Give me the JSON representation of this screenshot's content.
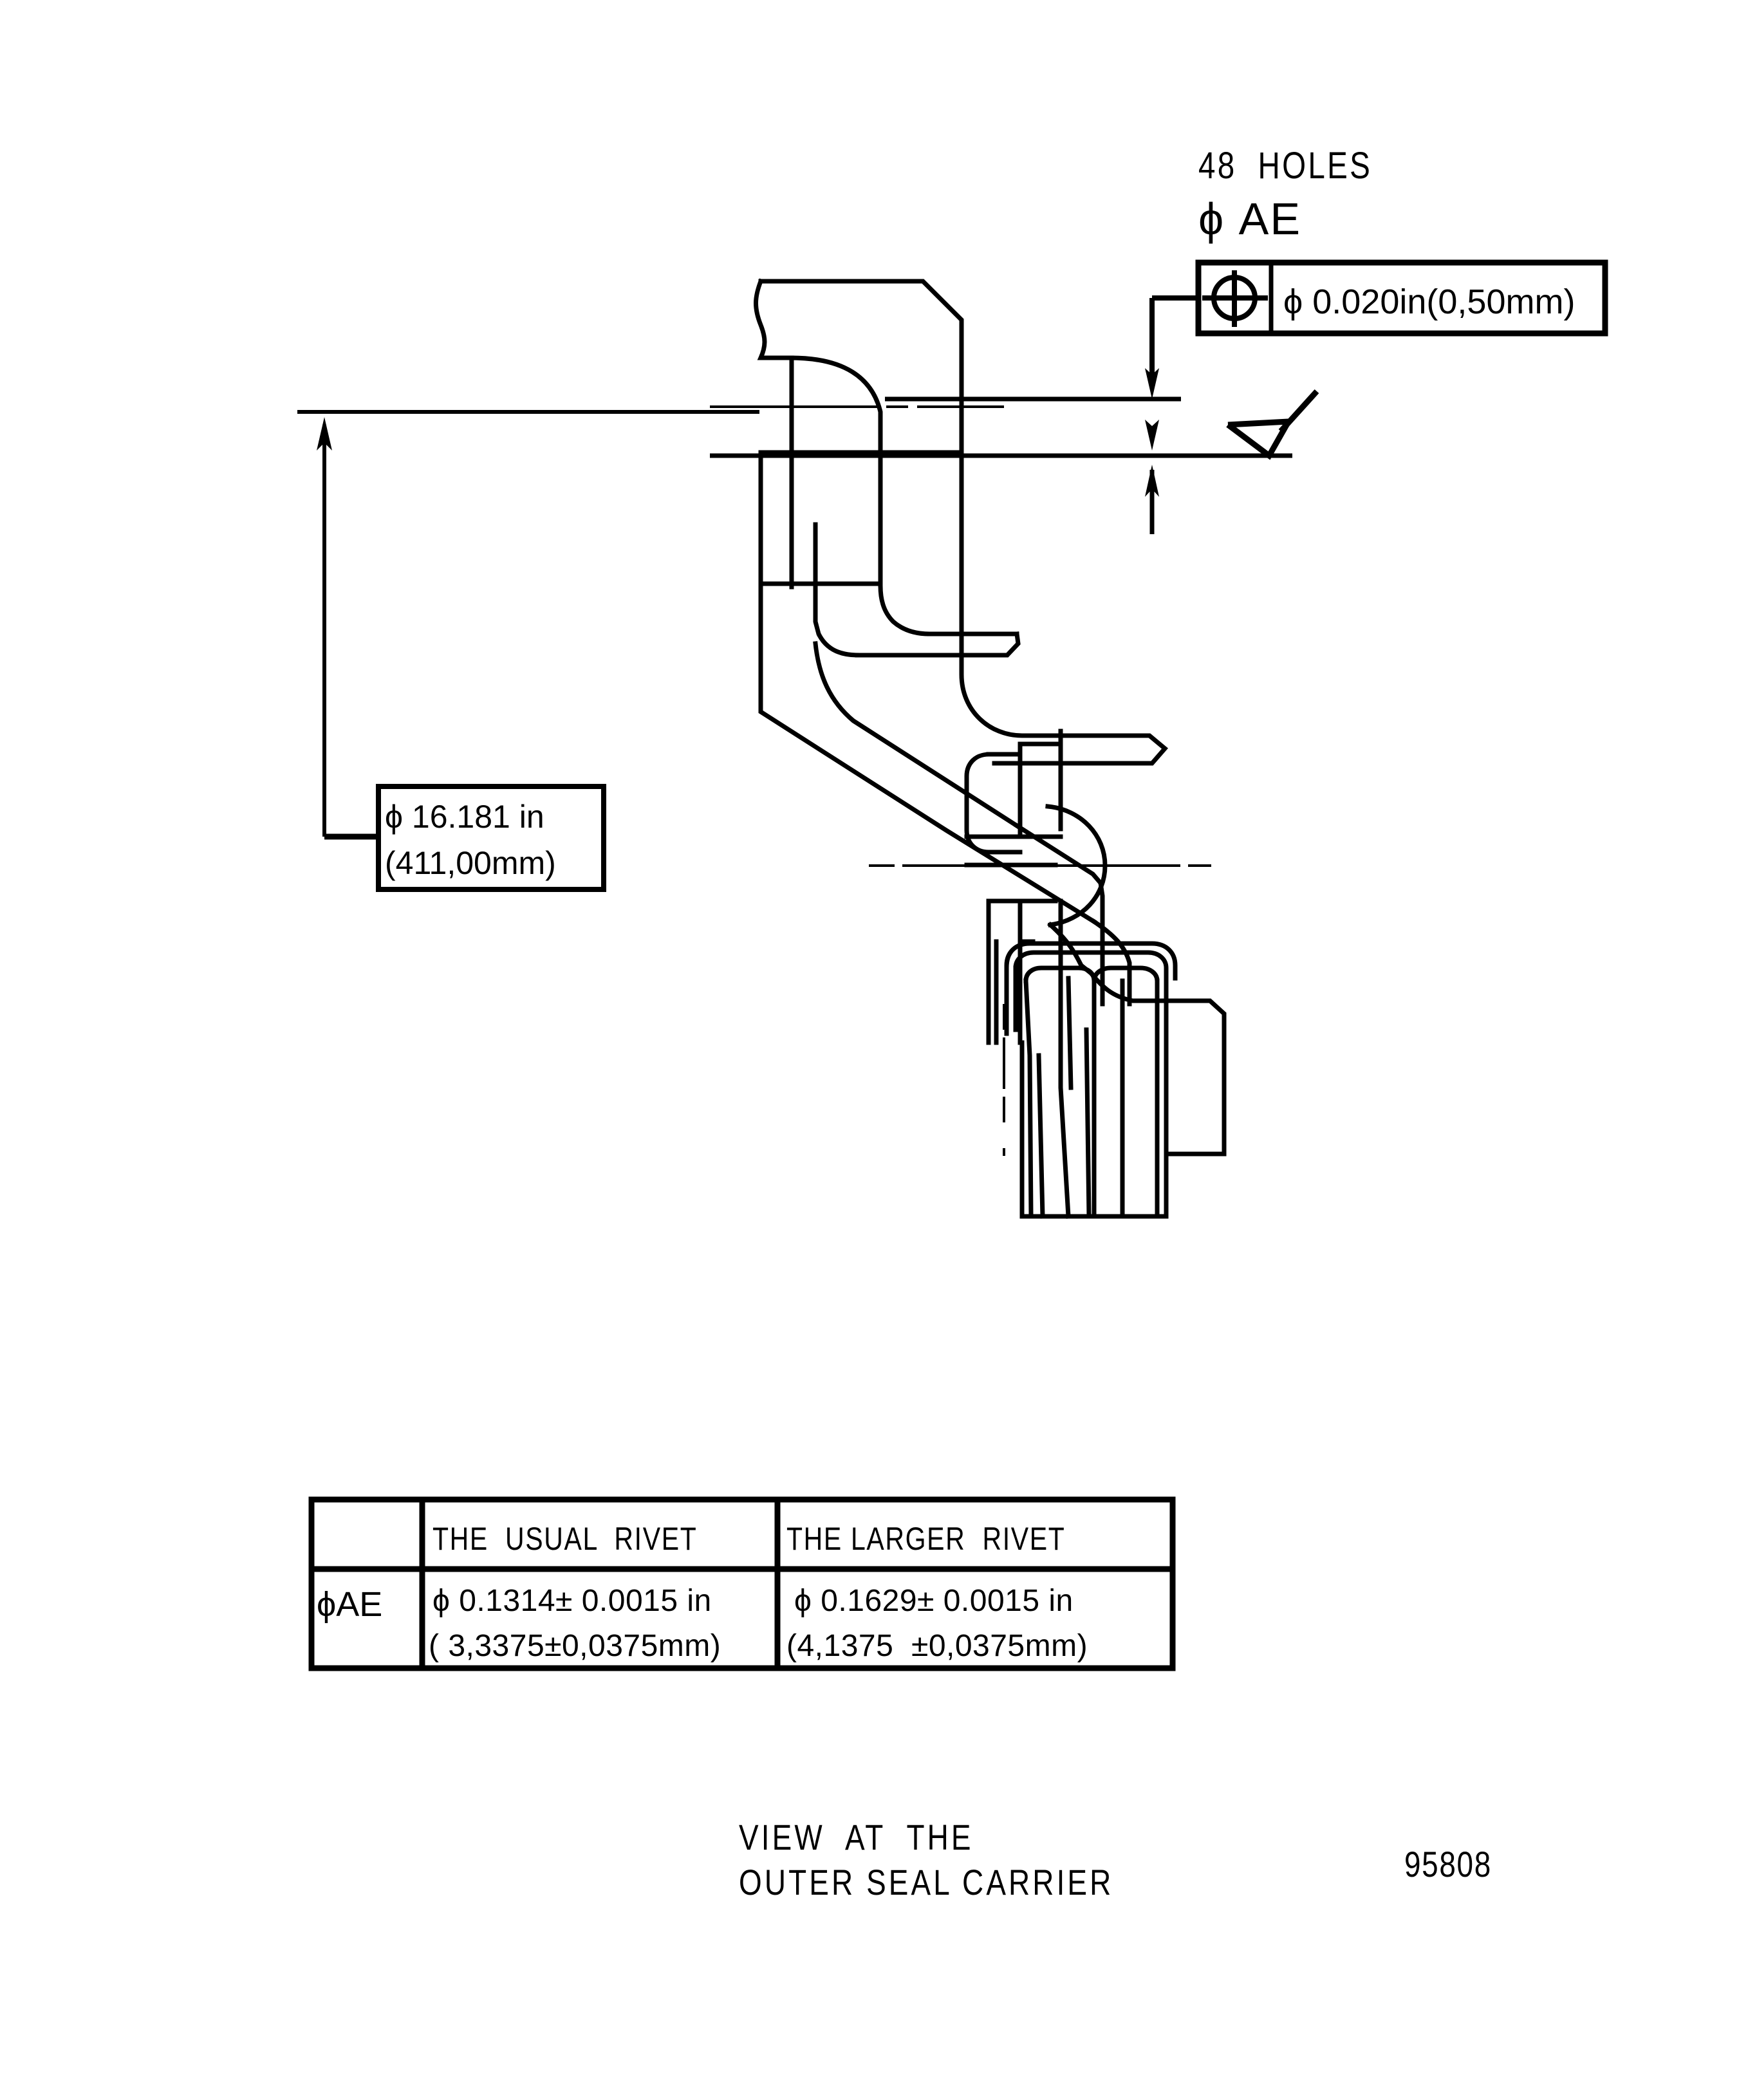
{
  "drawing": {
    "title_caption_line1": "VIEW  AT  THE",
    "title_caption_line2": "OUTER SEAL CARRIER",
    "part_number": "95808",
    "hole_note": {
      "count_label": "48  HOLES",
      "symbol_label": "ϕ AE"
    },
    "feature_control_frame": {
      "geometric_symbol": "position-symbol",
      "tolerance_text": "ϕ 0.020in(0,50mm)"
    },
    "diameter_callout": {
      "line1": "ϕ 16.181 in",
      "line2": "(411,00mm)"
    },
    "surface_finish_symbol": "machining-triangle-symbol",
    "table": {
      "corner_label": "ϕAE",
      "columns": [
        "THE  USUAL  RIVET",
        "THE LARGER  RIVET"
      ],
      "rows": [
        {
          "label": "ϕAE",
          "cells": [
            {
              "inch": "ϕ 0.1314± 0.0015 in",
              "metric": "( 3,3375±0,0375mm)"
            },
            {
              "inch": "ϕ 0.1629± 0.0015 in",
              "metric": "(4,1375  ±0,0375mm)"
            }
          ]
        }
      ]
    },
    "colors": {
      "line": "#000000",
      "background": "#ffffff"
    }
  }
}
